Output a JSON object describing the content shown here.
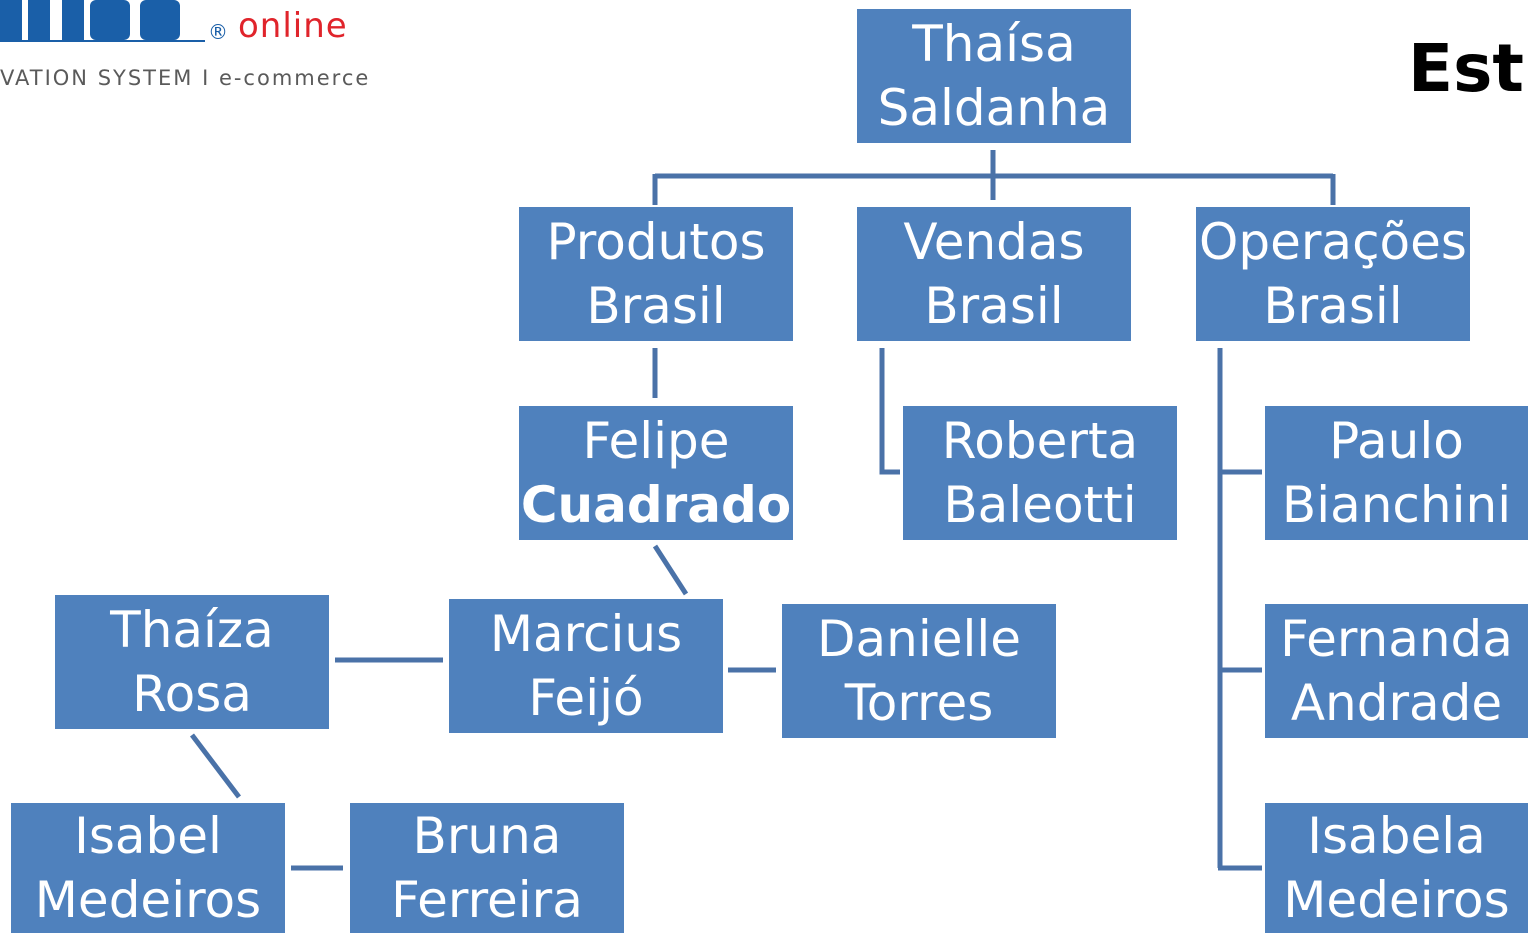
{
  "logo": {
    "online": "online",
    "registered": "®",
    "tagline": "VATION SYSTEM  I  e-commerce"
  },
  "title": "Estr",
  "colors": {
    "box": "#4f81bd",
    "line": "#4a72a8",
    "text": "#ffffff"
  },
  "org": {
    "root": {
      "line1": "Thaísa",
      "line2": "Saldanha"
    },
    "produtos": {
      "line1": "Produtos",
      "line2": "Brasil"
    },
    "vendas": {
      "line1": "Vendas",
      "line2": "Brasil"
    },
    "operacoes": {
      "line1": "Operações",
      "line2": "Brasil"
    },
    "felipe": {
      "line1": "Felipe",
      "line2": "Cuadrado"
    },
    "roberta": {
      "line1": "Roberta",
      "line2": "Baleotti"
    },
    "paulo": {
      "line1": "Paulo",
      "line2": "Bianchini"
    },
    "marcius": {
      "line1": "Marcius",
      "line2": "Feijó"
    },
    "thaiza": {
      "line1": "Thaíza",
      "line2": "Rosa"
    },
    "danielle": {
      "line1": "Danielle",
      "line2": "Torres"
    },
    "fernanda": {
      "line1": "Fernanda",
      "line2": "Andrade"
    },
    "isabel": {
      "line1": "Isabel",
      "line2": "Medeiros"
    },
    "bruna": {
      "line1": "Bruna",
      "line2": "Ferreira"
    },
    "isabela": {
      "line1": "Isabela",
      "line2": "Medeiros"
    }
  }
}
